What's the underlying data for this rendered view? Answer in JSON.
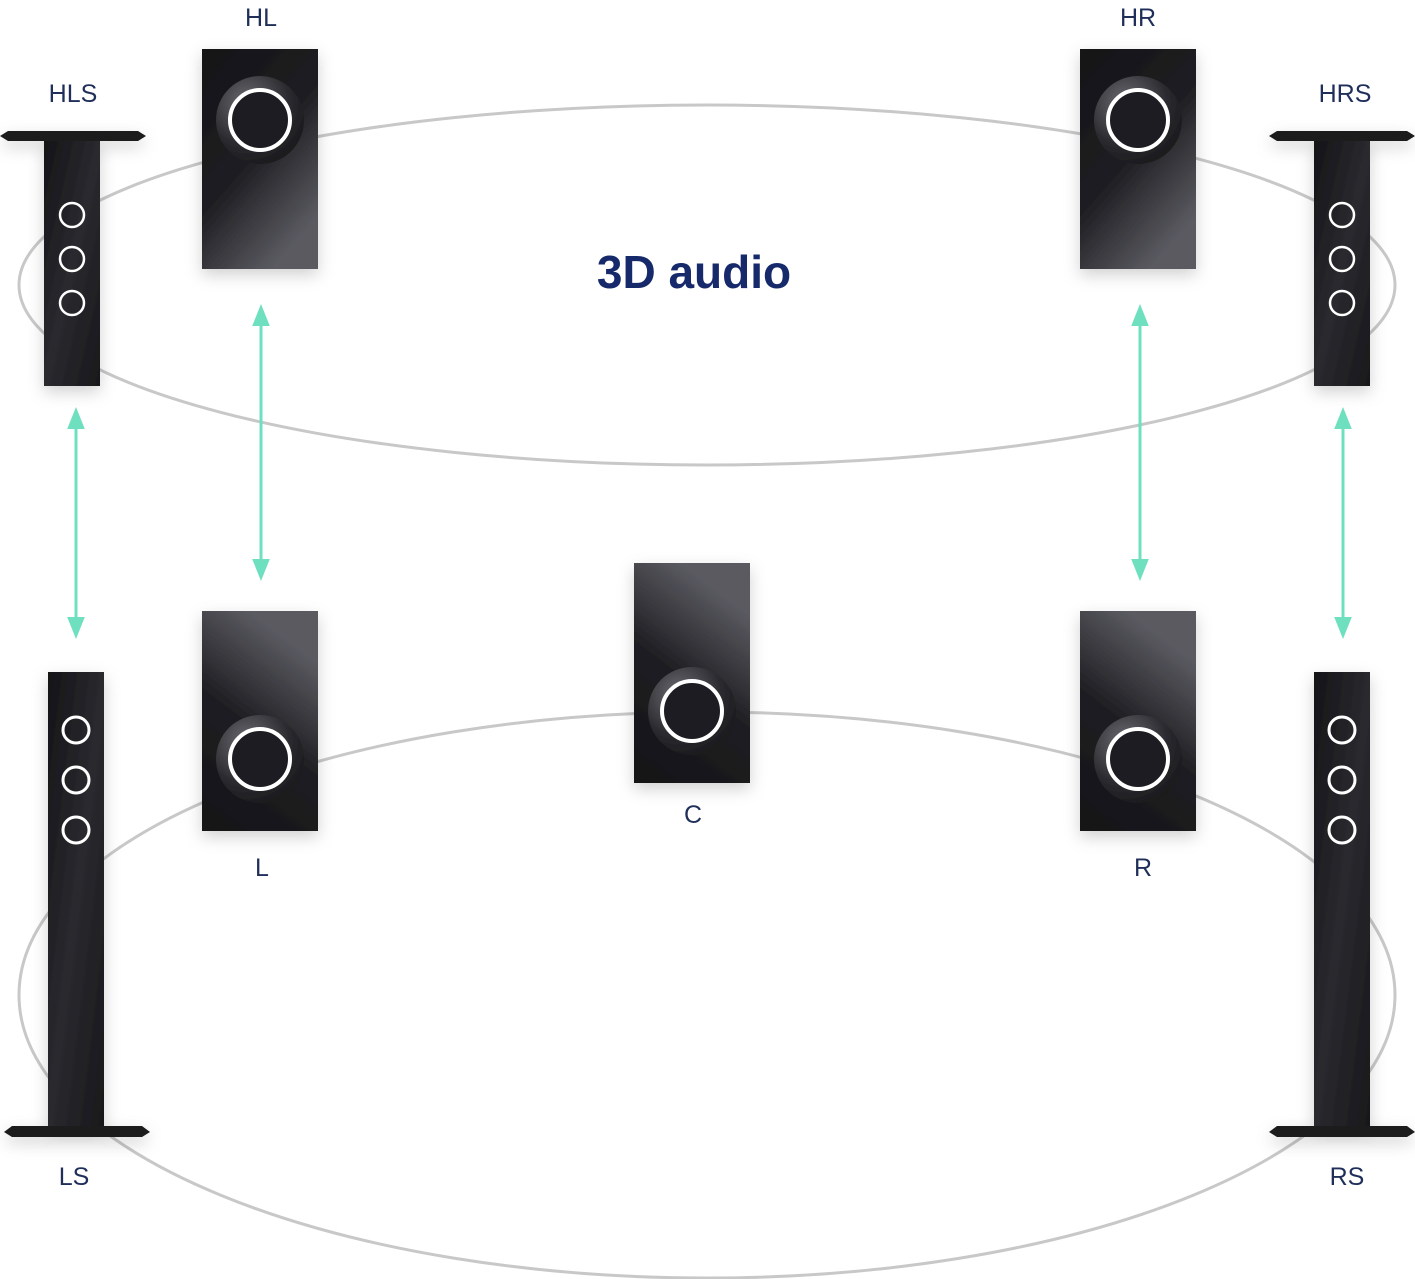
{
  "title": "3D audio",
  "colors": {
    "ring": "#c8c8c8",
    "arrow": "#6ee0bf",
    "speaker_dark": "#1b1b1f",
    "speaker_light": "#55555c",
    "label": "#1f2f5a",
    "title": "#16296a"
  },
  "speakers": {
    "hl": "HL",
    "hr": "HR",
    "hls": "HLS",
    "hrs": "HRS",
    "l": "L",
    "c": "C",
    "r": "R",
    "ls": "LS",
    "rs": "RS"
  }
}
